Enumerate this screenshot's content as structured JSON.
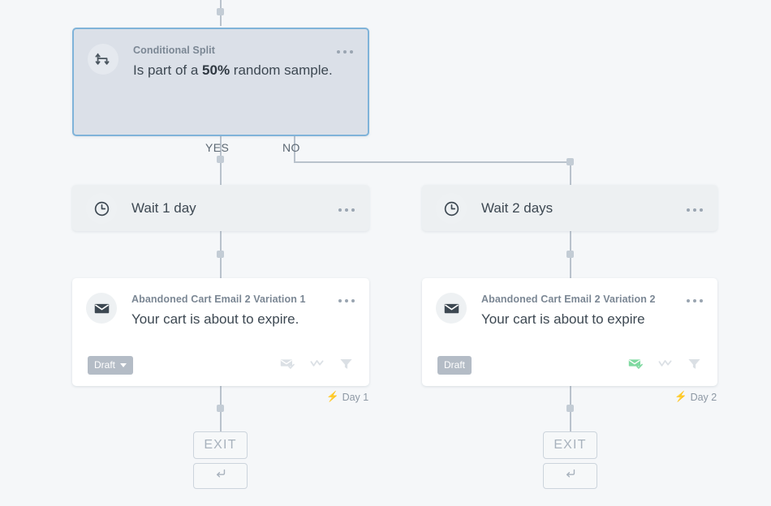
{
  "background": "#f5f7f9",
  "accents": {
    "selected_border": "#7fb3d9",
    "selected_fill": "#dbe0e8",
    "connector": "#b9c2cc",
    "badge": "#b4bcc6",
    "active_icon_green": "#7fd9a0",
    "inactive_icon": "#dbe0e5"
  },
  "split_node": {
    "type_label": "Conditional Split",
    "title_prefix": "Is part of a ",
    "title_emphasis": "50%",
    "title_suffix": " random sample.",
    "icon": "split-branch-icon",
    "menu": "overflow-menu-icon"
  },
  "branches": {
    "yes": "YES",
    "no": "NO"
  },
  "wait_nodes": [
    {
      "label": "Wait 1 day",
      "icon": "clock-icon"
    },
    {
      "label": "Wait 2 days",
      "icon": "clock-icon"
    }
  ],
  "email_nodes": [
    {
      "type_label": "Abandoned Cart Email 2 Variation 1",
      "subject": "Your cart is about to expire.",
      "status": "Draft",
      "has_caret": true,
      "smart_send_active": false,
      "icon": "envelope-icon",
      "footer_icons": [
        "envelope-check-icon",
        "smart-sending-icon",
        "filter-icon"
      ],
      "day_label": "Day 1"
    },
    {
      "type_label": "Abandoned Cart Email 2 Variation 2",
      "subject": "Your cart is about to expire",
      "status": "Draft",
      "has_caret": false,
      "smart_send_active": true,
      "icon": "envelope-icon",
      "footer_icons": [
        "envelope-check-icon",
        "smart-sending-icon",
        "filter-icon"
      ],
      "day_label": "Day 2"
    }
  ],
  "exit_buttons": [
    {
      "label": "EXIT"
    },
    {
      "label": "EXIT"
    }
  ],
  "merge_buttons": [
    {
      "icon": "return-arrow-icon"
    },
    {
      "icon": "return-arrow-icon"
    }
  ],
  "bolt_glyph": "⚡"
}
